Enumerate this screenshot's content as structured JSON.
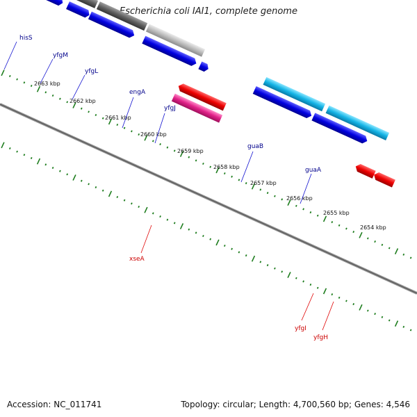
{
  "header": {
    "title": "Escherichia coli IAI1, complete genome"
  },
  "footer": {
    "accession": "Accession: NC_011741",
    "summary": "Topology: circular; Length: 4,700,560 bp; Genes: 4,546"
  },
  "colors": {
    "forward_cds": "#0000e6",
    "reverse_cds": "#e60000",
    "backbone": "#7a7a7a",
    "ticks": "#1e7d1e",
    "label_forward": "#00008b",
    "label_reverse": "#cc0000"
  },
  "kbp_labels": [
    "2663 kbp",
    "2662 kbp",
    "2661 kbp",
    "2660 kbp",
    "2659 kbp",
    "2658 kbp",
    "2657 kbp",
    "2656 kbp",
    "2655 kbp",
    "2654 kbp"
  ],
  "gene_labels": [
    "hisS",
    "yfgM",
    "yfgL",
    "engA",
    "yfgJ",
    "guaB",
    "guaA",
    "xseA",
    "yfgI",
    "yfgH"
  ]
}
